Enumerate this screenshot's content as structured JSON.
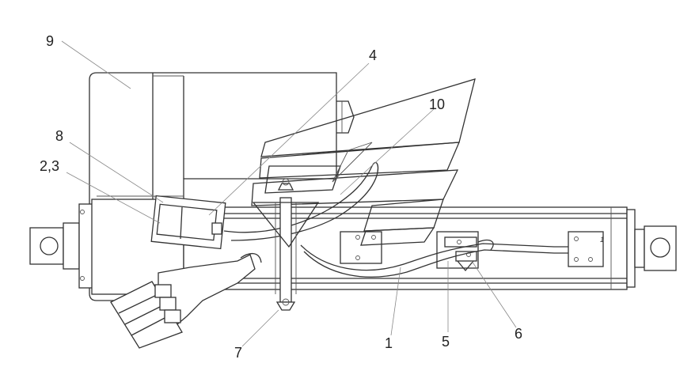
{
  "diagram": {
    "labels": {
      "l1": "1",
      "l23": "2,3",
      "l4": "4",
      "l5": "5",
      "l6": "6",
      "l7": "7",
      "l8": "8",
      "l9": "9",
      "l10": "10",
      "tiny1": "1"
    }
  }
}
